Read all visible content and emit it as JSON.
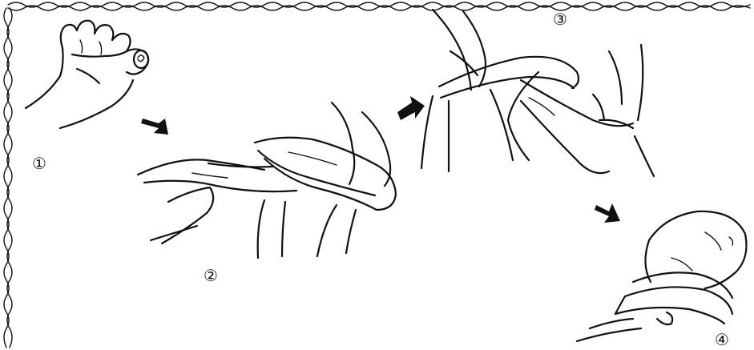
{
  "steps": [
    {
      "label": "①",
      "icon": "rolled-cloth-in-fist"
    },
    {
      "label": "②",
      "icon": "wrapping-cloth-around-hand"
    },
    {
      "label": "③",
      "icon": "crossing-cloth-ends"
    },
    {
      "label": "④",
      "icon": "wrapped-fist"
    }
  ],
  "colors": {
    "ink": "#111111",
    "background": "#ffffff"
  }
}
